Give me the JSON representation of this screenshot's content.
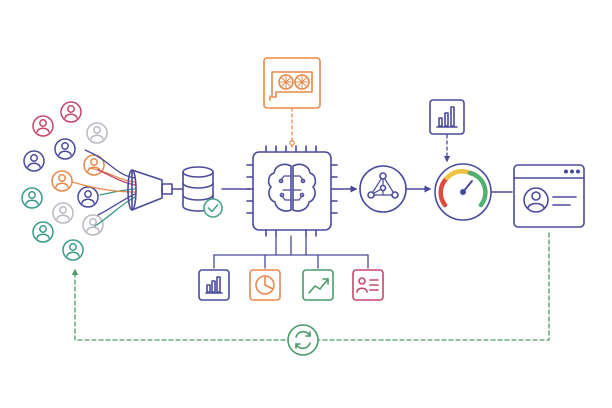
{
  "colors": {
    "purple": "#4a4a9c",
    "orange": "#e8894a",
    "teal": "#3a9a8a",
    "green": "#4a9a6a",
    "pink": "#c8456a",
    "grey": "#b8b8c0",
    "gauge_red": "#e04a3a",
    "gauge_yellow": "#f0c040",
    "gauge_green": "#50b070",
    "check_teal": "#4aa58a"
  },
  "users": [
    {
      "id": "user-1",
      "color": "pink"
    },
    {
      "id": "user-2",
      "color": "pink"
    },
    {
      "id": "user-3",
      "color": "grey"
    },
    {
      "id": "user-4",
      "color": "purple"
    },
    {
      "id": "user-5",
      "color": "purple"
    },
    {
      "id": "user-6",
      "color": "orange"
    },
    {
      "id": "user-7",
      "color": "orange"
    },
    {
      "id": "user-8",
      "color": "teal"
    },
    {
      "id": "user-9",
      "color": "purple"
    },
    {
      "id": "user-10",
      "color": "grey"
    },
    {
      "id": "user-11",
      "color": "teal"
    },
    {
      "id": "user-12",
      "color": "grey"
    },
    {
      "id": "user-13",
      "color": "teal"
    }
  ],
  "components": [
    {
      "id": "funnel",
      "icon": "funnel-icon",
      "color": "purple"
    },
    {
      "id": "database",
      "icon": "database-icon",
      "color": "purple"
    },
    {
      "id": "gpu-card",
      "icon": "gpu-card-icon",
      "color": "orange"
    },
    {
      "id": "ai-chip",
      "icon": "brain-chip-icon",
      "color": "purple"
    },
    {
      "id": "graph-node",
      "icon": "network-graph-icon",
      "color": "purple"
    },
    {
      "id": "gauge",
      "icon": "speed-gauge-icon",
      "color": "purple"
    },
    {
      "id": "analytics-card",
      "icon": "bar-chart-icon",
      "color": "purple"
    },
    {
      "id": "user-window",
      "icon": "user-profile-window-icon",
      "color": "purple"
    },
    {
      "id": "refresh",
      "icon": "refresh-icon",
      "color": "green"
    }
  ],
  "outputs": [
    {
      "id": "bar-chart",
      "icon": "bar-chart-icon",
      "color": "purple"
    },
    {
      "id": "pie-chart",
      "icon": "pie-chart-icon",
      "color": "orange"
    },
    {
      "id": "trend-chart",
      "icon": "trend-line-icon",
      "color": "green"
    },
    {
      "id": "profile-list",
      "icon": "profile-list-icon",
      "color": "pink"
    }
  ]
}
